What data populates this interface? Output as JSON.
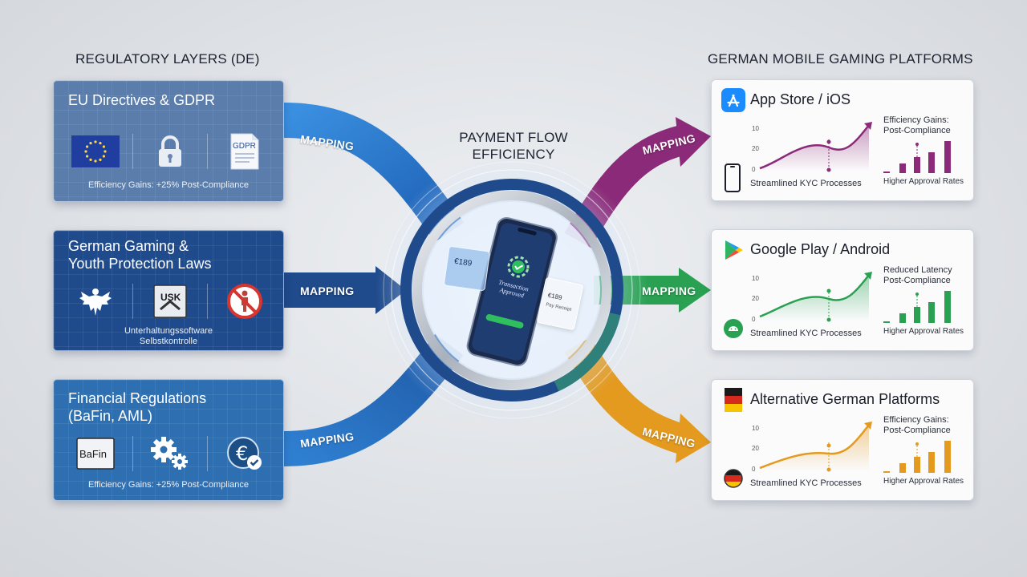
{
  "titles": {
    "left": "REGULATORY LAYERS (DE)",
    "right": "GERMAN MOBILE GAMING PLATFORMS",
    "center_line1": "PAYMENT FLOW",
    "center_line2": "EFFICIENCY"
  },
  "regulatory": [
    {
      "title_line1": "EU Directives & GDPR",
      "title_line2": "",
      "caption_line1": "Efficiency Gains: +25% Post-Compliance",
      "caption_line2": "",
      "icons": [
        "eu-flag-icon",
        "lock-icon",
        "gdpr-document-icon"
      ],
      "doc_label": "GDPR",
      "color": "#5a7dab"
    },
    {
      "title_line1": "German Gaming &",
      "title_line2": "Youth Protection Laws",
      "caption_line1": "Unterhaltungssoftware",
      "caption_line2": "Selbstkontrolle",
      "icons": [
        "german-eagle-icon",
        "usk-badge-icon",
        "no-youth-icon"
      ],
      "badge_label": "USK",
      "color": "#1f4a8c"
    },
    {
      "title_line1": "Financial Regulations",
      "title_line2": "(BaFin, AML)",
      "caption_line1": "Efficiency Gains: +25% Post-Compliance",
      "caption_line2": "",
      "icons": [
        "bafin-logo-icon",
        "gears-icon",
        "euro-check-icon"
      ],
      "logo_label": "BaFin",
      "color": "#2d6fb1"
    }
  ],
  "mapping_label": "MAPPING",
  "phone": {
    "card_text": "€189",
    "status_line1": "Transaction",
    "status_line2": "Approved",
    "receipt_text": "€189",
    "receipt_sub": "Pay Receipt"
  },
  "platforms": [
    {
      "title": "App Store / iOS",
      "side_line1": "Efficiency Gains:",
      "side_line2": "Post-Compliance",
      "kyc": "Streamlined KYC Processes",
      "rate": "Higher Approval Rates",
      "axis": [
        "10",
        "20",
        "0"
      ],
      "logo": "app-store-icon",
      "device": "iphone-icon",
      "color": "#8b2a78"
    },
    {
      "title": "Google Play / Android",
      "side_line1": "Reduced Latency",
      "side_line2": "Post-Compliance",
      "kyc": "Streamlined KYC Processes",
      "rate": "Higher Approval Rates",
      "axis": [
        "10",
        "20",
        "0"
      ],
      "logo": "google-play-icon",
      "device": "android-icon",
      "color": "#2aa152"
    },
    {
      "title": "Alternative German Platforms",
      "side_line1": "Efficiency Gains:",
      "side_line2": "Post-Compliance",
      "kyc": "Streamlined KYC Processes",
      "rate": "Higher Approval Rates",
      "axis": [
        "10",
        "20",
        "0"
      ],
      "logo": "german-flag-icon",
      "device": "german-pin-icon",
      "color": "#e39a1f"
    }
  ],
  "colors": {
    "flow_blue": "#2f7fd1",
    "flow_navy": "#1f4a8c",
    "flow_purple": "#8b2a78",
    "flow_green": "#2aa152",
    "flow_orange": "#e39a1f"
  }
}
